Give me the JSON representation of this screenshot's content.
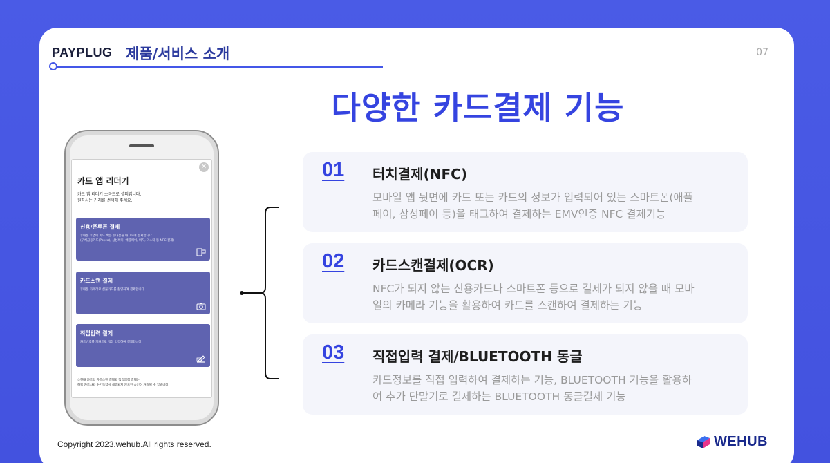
{
  "header": {
    "logo": "PAYPLUG",
    "section_title": "제품/서비스 소개",
    "page_number": "07"
  },
  "main_title": "다양한 카드결제 기능",
  "phone": {
    "reader_title": "카드 앱 리더기",
    "reader_desc_line1": "카드 앱 리더기 스마트로 셀피입니다.",
    "reader_desc_line2": "원하시는 거래를 선택해 주세요.",
    "options": [
      {
        "title": "신용/폰투폰 결제",
        "desc_line1": "휴대폰 후면에 카드 혹은 휴대폰을 태그하여 결제합니다.",
        "desc_line2": "(우체금융카드(Payco), 삼성페이, 애플페이, 비자, 마스타 등 NFC 결제)",
        "icon": "phone-tap-icon"
      },
      {
        "title": "카드스캔 결제",
        "desc_line1": "휴대폰 카메라로 실물카드를 촬영하여 결제합니다",
        "desc_line2": "",
        "icon": "camera-icon"
      },
      {
        "title": "직접입력 결제",
        "desc_line1": "카드번호를 키패드로 직접 입력하여 결제합니다.",
        "desc_line2": "",
        "icon": "edit-icon"
      }
    ],
    "note_line1": "①현대 카드의 카드스캔 결제와 직접입력 결제는",
    "note_line2": "해당 카드사와 수기특약이 체결되지 않으면 승인이 거절될 수 있습니다."
  },
  "features": [
    {
      "number": "01",
      "title": "터치결제(NFC)",
      "desc_line1": "모바일 앱 뒷면에 카드 또는 카드의 정보가 입력되어 있는 스마트폰(애플",
      "desc_line2": "페이, 삼성페이 등)을 태그하여 결제하는 EMV인증 NFC 결제기능"
    },
    {
      "number": "02",
      "title": "카드스캔결제(OCR)",
      "desc_line1": "NFC가 되지 않는 신용카드나 스마트폰 등으로 결제가 되지 않을 때 모바",
      "desc_line2": "일의 카메라 기능을 활용하여 카드를 스캔하여 결제하는 기능"
    },
    {
      "number": "03",
      "title": "직접입력 결제/BLUETOOTH 동글",
      "desc_line1": "카드정보를 직접 입력하여 결제하는 기능,  BLUETOOTH 기능을 활용하",
      "desc_line2": "여 추가 단말기로 결제하는 BLUETOOTH 동글결제 기능"
    }
  ],
  "footer": {
    "copyright": "Copyright 2023.wehub.All rights reserved.",
    "brand": "WEHUB"
  },
  "colors": {
    "accent": "#3544e0",
    "background": "#4a5be6",
    "card": "#5f63b0"
  }
}
